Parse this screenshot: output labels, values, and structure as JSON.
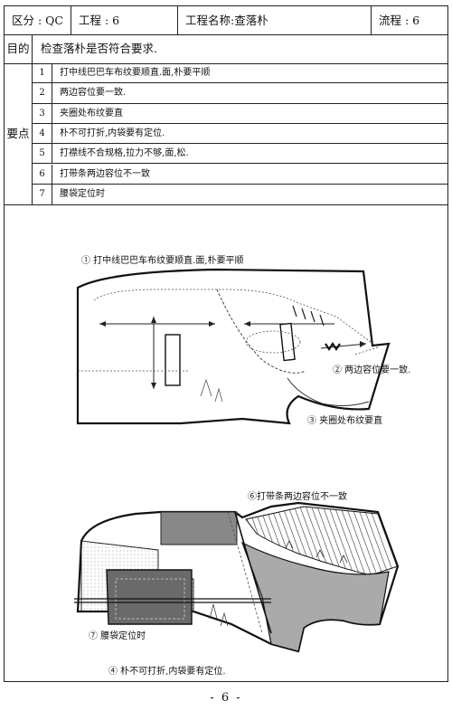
{
  "header": {
    "zone": "区分 : QC",
    "process": "工程 : 6",
    "process_name": "工程名称:查落朴",
    "flow": "流程 : 6"
  },
  "purpose": {
    "label": "目的",
    "text": "检查落朴是否符合要求."
  },
  "key_points": {
    "label": "要点",
    "items": [
      {
        "num": "1",
        "text": "打中线巴巴车布纹要顺直.面,朴要平顺"
      },
      {
        "num": "2",
        "text": "两边容位要一致."
      },
      {
        "num": "3",
        "text": "夹圈处布纹要直"
      },
      {
        "num": "4",
        "text": "朴不可打折,内袋要有定位."
      },
      {
        "num": "5",
        "text": "打襟线不合规格,拉力不够,面,松."
      },
      {
        "num": "6",
        "text": "打带条两边容位不一致"
      },
      {
        "num": "7",
        "text": "腰袋定位时"
      }
    ]
  },
  "diagram": {
    "cap1": "① 打中线巴巴车布纹要顺直.面,朴要平顺",
    "cap2": "② 两边容位要一致.",
    "cap3": "③ 夹圈处布纹要直",
    "cap6": "⑥打带条两边容位不一致",
    "cap7": "⑦ 腰袋定位时",
    "cap4": "④ 朴不可打折,内袋要有定位."
  },
  "footer": {
    "page": "- 6 -"
  }
}
